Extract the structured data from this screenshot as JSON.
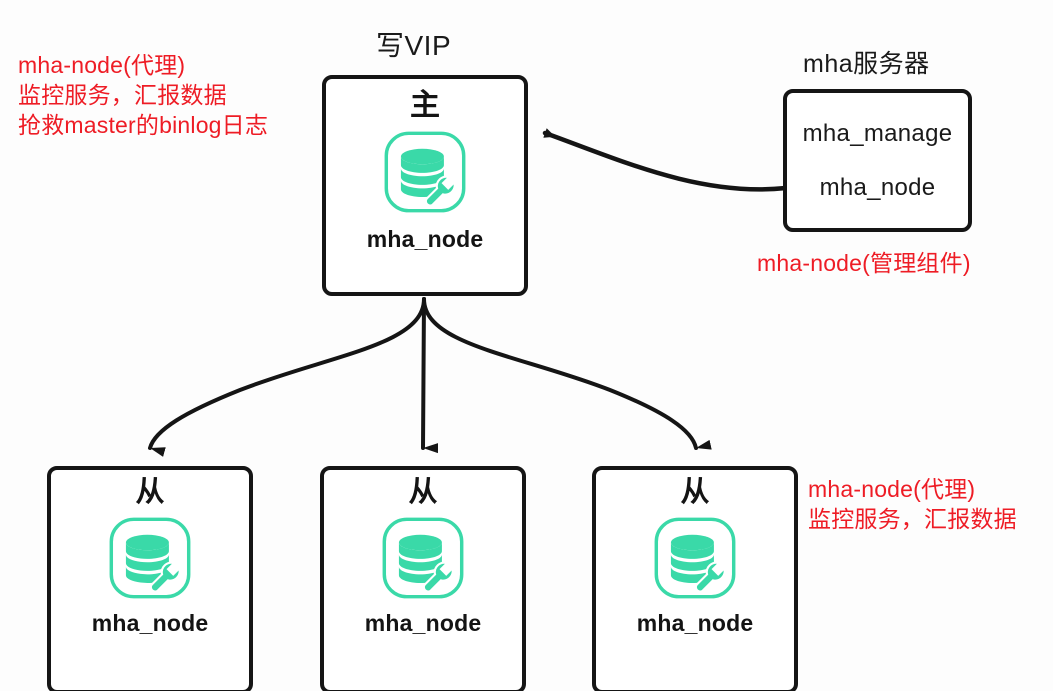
{
  "diagram": {
    "title_vip": "写VIP",
    "server_caption": "mha服务器"
  },
  "master": {
    "role": "主",
    "label": "mha_node",
    "icon": "database-wrench-icon"
  },
  "slaves": [
    {
      "role": "从",
      "label": "mha_node",
      "icon": "database-wrench-icon"
    },
    {
      "role": "从",
      "label": "mha_node",
      "icon": "database-wrench-icon"
    },
    {
      "role": "从",
      "label": "mha_node",
      "icon": "database-wrench-icon"
    }
  ],
  "mha_server": {
    "lines": [
      "mha_manage",
      "mha_node"
    ]
  },
  "annotations": {
    "master": [
      "mha-node(代理)",
      "监控服务，汇报数据",
      "抢救master的binlog日志"
    ],
    "manager": [
      "mha-node(管理组件)"
    ],
    "slaves": [
      "mha-node(代理)",
      "监控服务，汇报数据"
    ]
  },
  "colors": {
    "annotation_red": "#ee1c25",
    "icon_teal": "#3ad9a8",
    "stroke_black": "#151515",
    "background": "#fdfdfd"
  }
}
